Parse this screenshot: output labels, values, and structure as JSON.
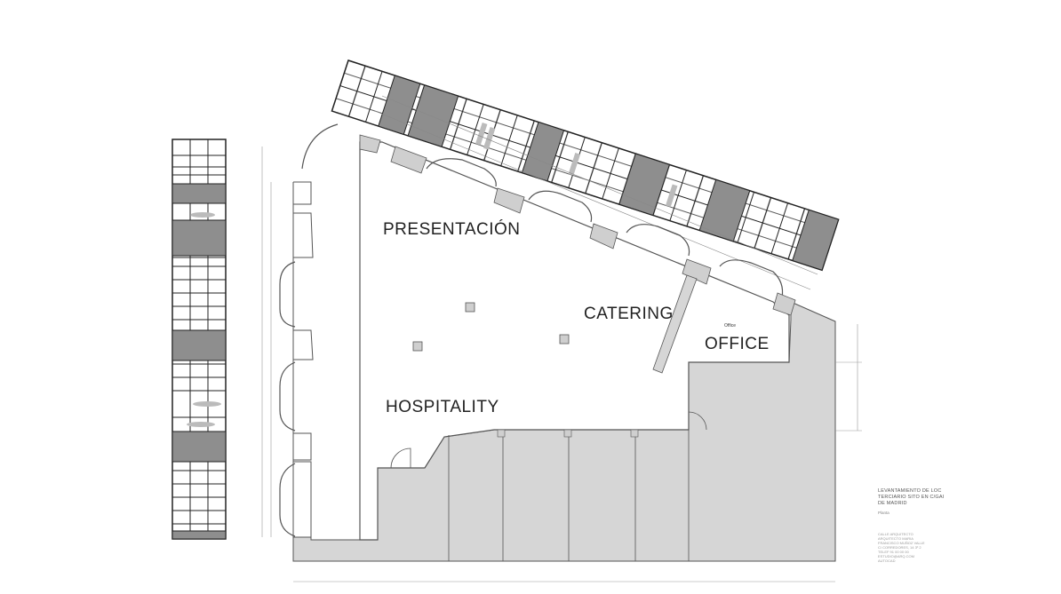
{
  "labels": {
    "presentation": "PRESENTACIÓN",
    "catering": "CATERING",
    "office": "OFFICE",
    "hospitality": "HOSPITALITY",
    "office_small": "Office"
  },
  "title_block": {
    "line1": "LEVANTAMIENTO DE LOC",
    "line2": "TERCIARIO SITO EN C/GAI",
    "line3": "DE MADRID",
    "sheet": "Planta",
    "footer": [
      "CALLE ARQUITECTO",
      "ARQUITECTO MARIA",
      "FRANCISCO MUÑOZ VALLE",
      "C/ CORREDORES, 14 3º 2",
      "TELEF 91 00 00 00",
      "ESTUDIO@ARQ.COM",
      "AUTOCAD"
    ]
  },
  "colors": {
    "wall_fill": "#d6d6d6",
    "line": "#555555",
    "dark_panel": "#8e8e8e"
  }
}
